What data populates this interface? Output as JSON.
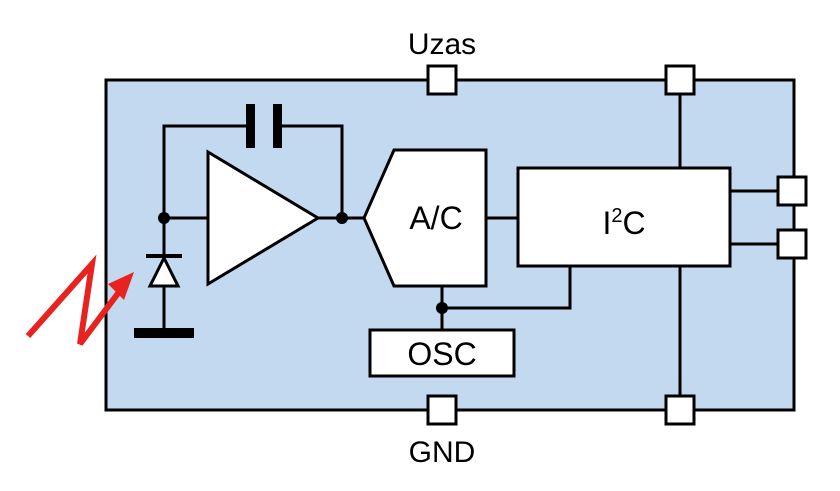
{
  "labels": {
    "supply_pin": "Uzas",
    "ground_pin": "GND",
    "adc": "A/C",
    "oscillator": "OSC",
    "bus_base": "I",
    "bus_sup": "2",
    "bus_tail": "C"
  },
  "colors": {
    "chip_fill": "#c2d9f0",
    "stroke": "#000000",
    "block_fill": "#ffffff",
    "light_arrow": "#e8231f"
  },
  "icons": {
    "photodiode": "photodiode-icon",
    "light": "light-ray-arrow-icon",
    "capacitor": "capacitor-icon",
    "amplifier": "amplifier-triangle-icon"
  }
}
